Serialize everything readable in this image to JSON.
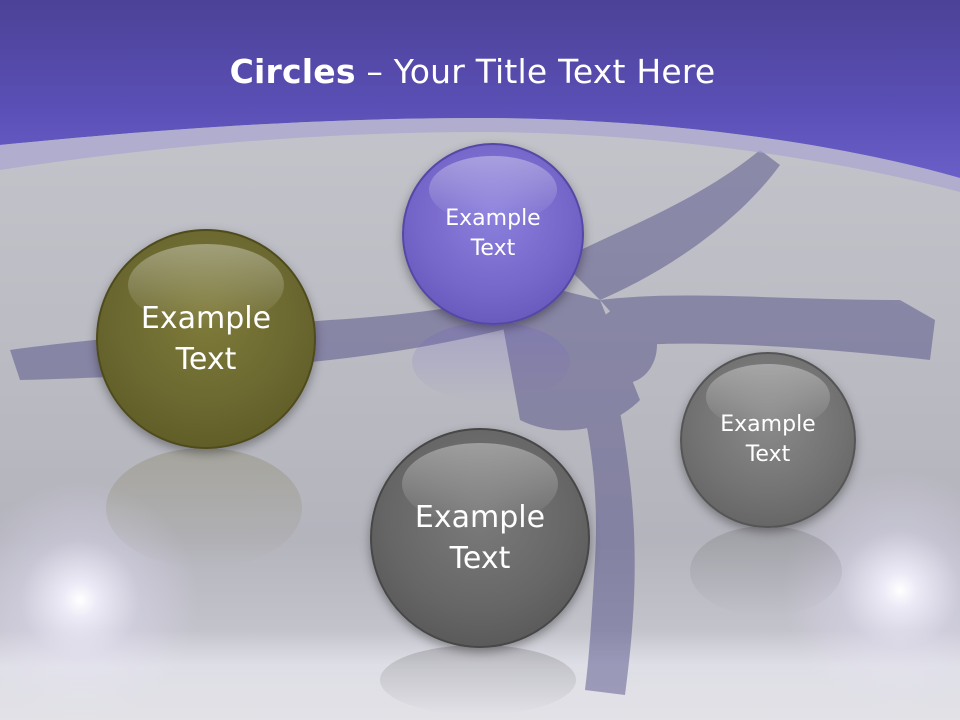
{
  "slide": {
    "title_bold": "Circles",
    "title_rest": " – Your Title Text Here",
    "colors": {
      "header_purple": "#5a4fb5",
      "olive": "#6a6730",
      "purple": "#7566c9",
      "gray": "#666666"
    }
  },
  "circles": [
    {
      "label": "Example Text"
    },
    {
      "label": "Example Text"
    },
    {
      "label": "Example Text"
    },
    {
      "label": "Example Text"
    }
  ]
}
